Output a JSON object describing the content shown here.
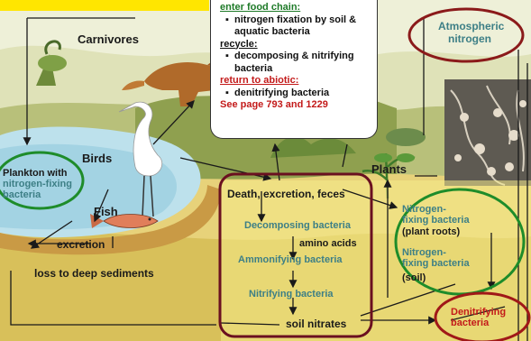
{
  "callout": {
    "enter_heading": "enter food chain",
    "enter_item": "nitrogen fixation by soil & aquatic bacteria",
    "recycle_heading": "recycle",
    "recycle_item": "decomposing & nitrifying bacteria",
    "return_heading": "return to abiotic",
    "return_item": "denitrifying bacteria",
    "see_page": "See page 793 and 1229"
  },
  "labels": {
    "carnivores": "Carnivores",
    "atmospheric_nitrogen": "Atmospheric nitrogen",
    "birds": "Birds",
    "plankton": "Plankton with",
    "plankton_bacteria": "nitrogen-fixing bacteria",
    "fish": "Fish",
    "excretion": "excretion",
    "loss": "loss to deep sediments",
    "plants": "Plants",
    "death": "Death, excretion, feces",
    "decomposing": "Decomposing bacteria",
    "amino": "amino acids",
    "ammonifying": "Ammonifying bacteria",
    "nitrifying": "Nitrifying bacteria",
    "soil_nitrates": "soil nitrates",
    "nfix_roots": "Nitrogen-fixing bacteria",
    "plant_roots": "(plant roots)",
    "nfix_soil": "Nitrogen-fixing bacteria",
    "soil": "(soil)",
    "denitrifying": "Denitrifying bacteria"
  },
  "colors": {
    "highlight_yellow": "#ffe600",
    "green_ring": "#1e8c2a",
    "red_ring": "#8b1a1a",
    "red_text": "#c31a1a",
    "teal_text": "#3d7f86"
  }
}
